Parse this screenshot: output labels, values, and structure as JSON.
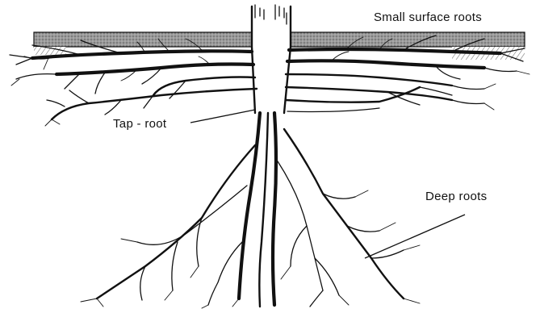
{
  "labels": {
    "surface_roots": "Small surface roots",
    "tap_root": "Tap - root",
    "deep_roots": "Deep roots"
  },
  "colors": {
    "ink": "#111111",
    "soil": "#8c8c8c",
    "background": "#ffffff"
  }
}
